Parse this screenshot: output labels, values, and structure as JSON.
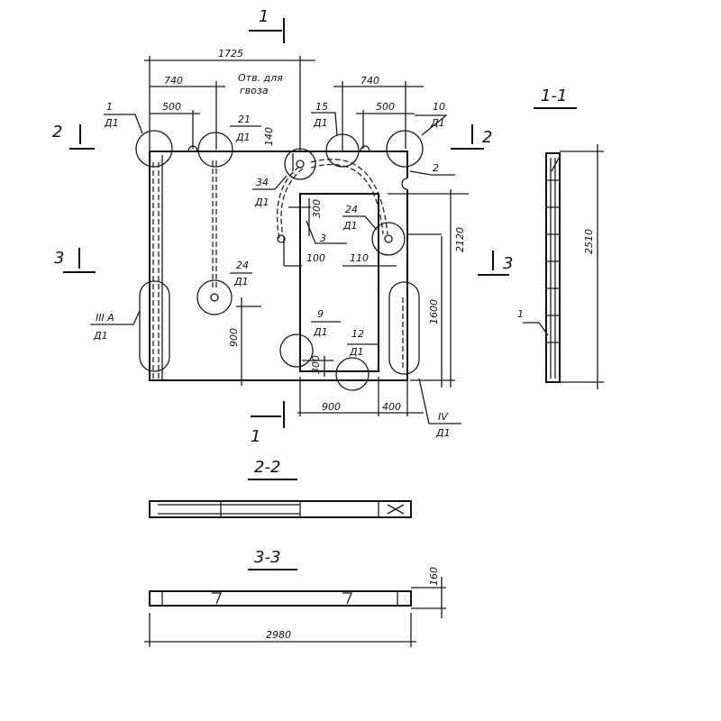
{
  "plan": {
    "section_1_top": "1",
    "section_1_bottom": "1",
    "section_2_left": "2",
    "section_2_right": "2",
    "section_3_left": "3",
    "section_3_right": "3",
    "dim_1725": "1725",
    "dim_740_left": "740",
    "dim_740_right": "740",
    "dim_500_left": "500",
    "dim_500_right": "500",
    "dim_140": "140",
    "dim_300_top": "300",
    "dim_100": "100",
    "dim_110": "110",
    "dim_2120": "2120",
    "dim_1600": "1600",
    "dim_900_vertical": "900",
    "dim_300_bottom": "300",
    "dim_900_horizontal": "900",
    "dim_400": "400",
    "hole_note_line1": "Отв. для",
    "hole_note_line2": "гвоза",
    "callouts": [
      {
        "num": "1",
        "sheet": "Д1"
      },
      {
        "num": "21",
        "sheet": "Д1"
      },
      {
        "num": "15",
        "sheet": "Д1"
      },
      {
        "num": "10",
        "sheet": "Д1"
      },
      {
        "num": "34",
        "sheet": "Д1"
      },
      {
        "num": "24",
        "sheet": "Д1"
      },
      {
        "num": "24",
        "sheet": "Д1"
      },
      {
        "num": "9",
        "sheet": "Д1"
      },
      {
        "num": "12",
        "sheet": "Д1"
      },
      {
        "num": "III A",
        "sheet": "Д1"
      },
      {
        "num": "IV",
        "sheet": "Д1"
      }
    ],
    "leader_2": "2",
    "leader_3": "3"
  },
  "section_1_1": {
    "title": "1-1",
    "dim_2510": "2510",
    "leader_1": "1"
  },
  "section_2_2": {
    "title": "2-2"
  },
  "section_3_3": {
    "title": "3-3",
    "dim_160": "160",
    "dim_2980": "2980"
  }
}
